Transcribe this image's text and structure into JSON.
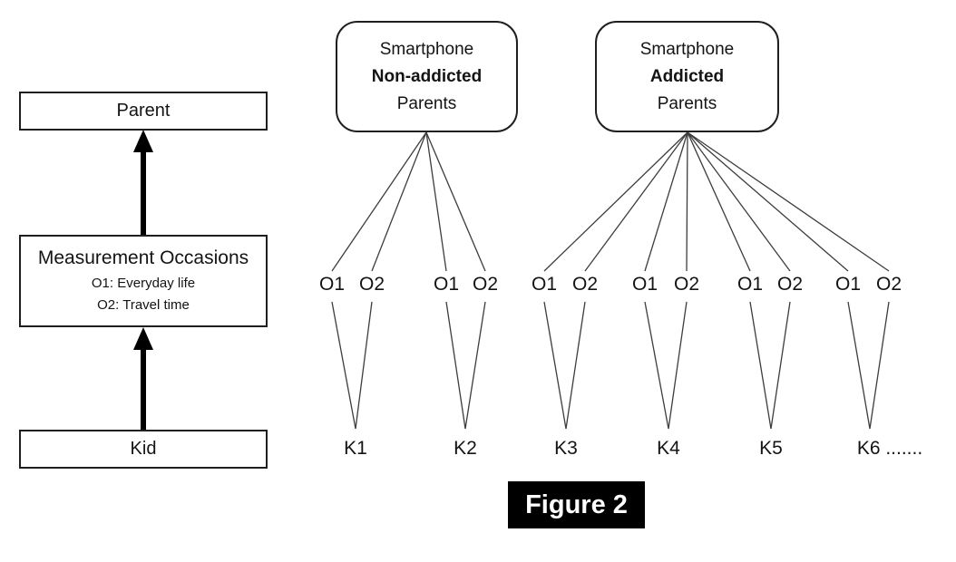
{
  "caption": "Figure 2",
  "left_flow": {
    "parent_label": "Parent",
    "measurement_title": "Measurement Occasions",
    "measurement_items": [
      "O1: Everyday life",
      "O2: Travel time"
    ],
    "kid_label": "Kid"
  },
  "groups": [
    {
      "line1": "Smartphone",
      "emphasis": "Non-addicted",
      "line3": "Parents"
    },
    {
      "line1": "Smartphone",
      "emphasis": "Addicted",
      "line3": "Parents"
    }
  ],
  "occasion_pairs": [
    {
      "o1": "O1",
      "o2": "O2"
    },
    {
      "o1": "O1",
      "o2": "O2"
    },
    {
      "o1": "O1",
      "o2": "O2"
    },
    {
      "o1": "O1",
      "o2": "O2"
    },
    {
      "o1": "O1",
      "o2": "O2"
    },
    {
      "o1": "O1",
      "o2": "O2"
    }
  ],
  "kids": [
    "K1",
    "K2",
    "K3",
    "K4",
    "K5",
    "K6 ......."
  ],
  "colors": {
    "background": "#ffffff",
    "line": "#3d3d3d",
    "border": "#1f1f1f",
    "arrow": "#000000",
    "caption_bg": "#000000",
    "caption_text": "#ffffff"
  }
}
